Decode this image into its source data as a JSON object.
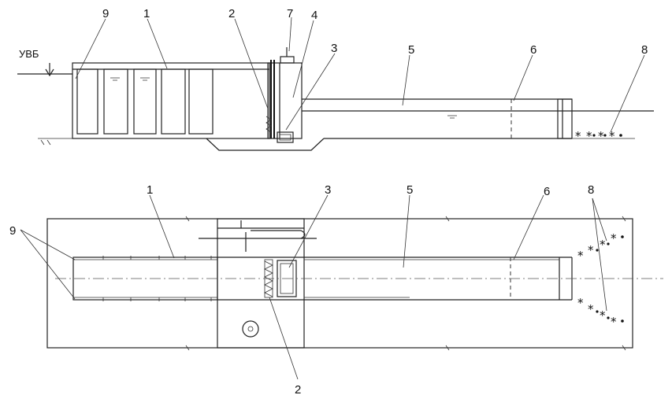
{
  "water_level_label": "УВБ",
  "elevation_labels": {
    "l9": "9",
    "l1": "1",
    "l2": "2",
    "l7": "7",
    "l4": "4",
    "l3": "3",
    "l5": "5",
    "l6": "6",
    "l8": "8"
  },
  "plan_labels": {
    "l9": "9",
    "l1": "1",
    "l3": "3",
    "l5": "5",
    "l6": "6",
    "l8": "8",
    "l2": "2"
  },
  "hatch_glyph": "*",
  "icons": {
    "water_surface": "water-surface-symbol",
    "vegetation": "asterisk-vegetation-symbol",
    "well": "circle-well-symbol"
  }
}
